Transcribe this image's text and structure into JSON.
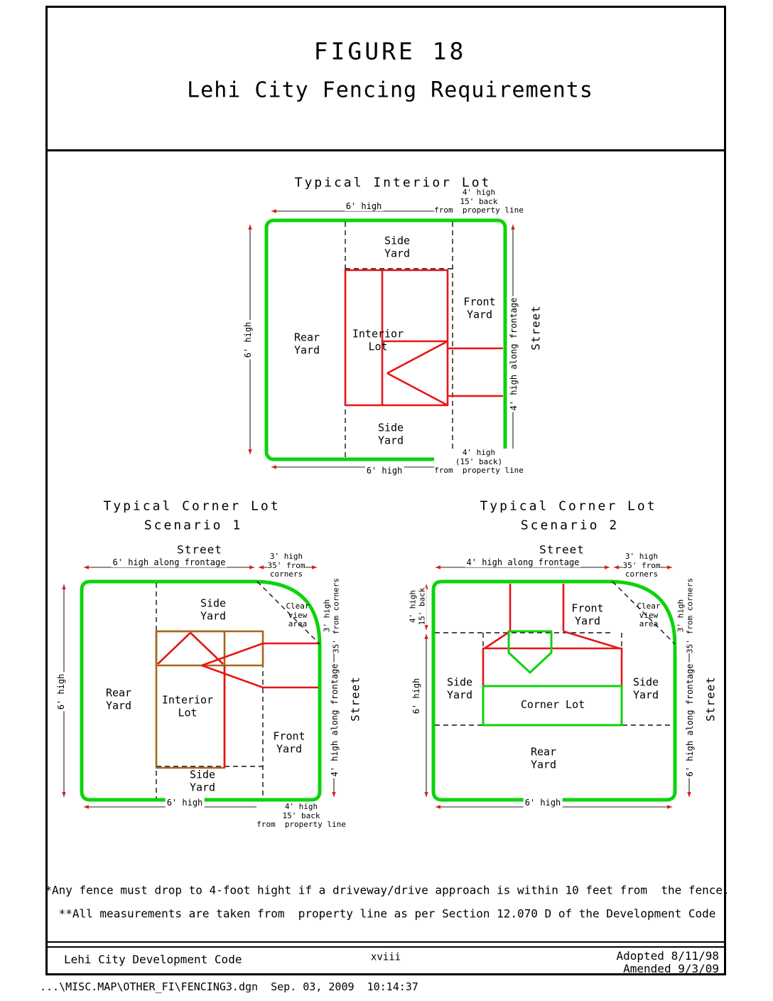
{
  "doc": {
    "title1": "FIGURE 18",
    "title2": "Lehi City Fencing Requirements",
    "note1": "*Any fence must drop to 4-foot hight if a driveway/drive approach is within 10 feet from  the fence.",
    "note2": "**All measurements are taken from  property line as per Section 12.070 D of the Development Code",
    "footer_left": "Lehi City Development Code",
    "footer_center": "xviii",
    "footer_right1": "Adopted 8/11/98",
    "footer_right2": "Amended 9/3/09",
    "file_line": "...\\MISC.MAP\\OTHER_FI\\FENCING3.dgn  Sep. 03, 2009  10:14:37"
  },
  "interior": {
    "title": "Typical Interior Lot",
    "labels": {
      "side_yard_top": "Side\nYard",
      "front_yard": "Front\nYard",
      "rear_yard": "Rear\nYard",
      "lot": "Interior\nLot",
      "side_yard_bottom": "Side\nYard",
      "street_right": "Street"
    },
    "dims": {
      "top": "6' high",
      "top_right": "4' high\n15' back\nfrom  property line",
      "left": "6' high",
      "right": "4' high along frontage",
      "bottom": "6' high",
      "bottom_right": "4' high\n(15' back)\nfrom  property line"
    }
  },
  "corner1": {
    "title1": "Typical Corner Lot",
    "title2": "Scenario 1",
    "labels": {
      "street_top": "Street",
      "side_yard_top": "Side\nYard",
      "rear_yard": "Rear\nYard",
      "lot": "Interior\nLot",
      "front_yard": "Front\nYard",
      "side_yard_bottom": "Side\nYard",
      "clear_view": "Clear\nview\narea",
      "street_right": "Street"
    },
    "dims": {
      "top": "6' high along frontage",
      "top_right": "3' high\n35' from\ncorners",
      "left": "6' high",
      "right_upper": "3' high\n35' from corners",
      "right_lower": "4' high along frontage",
      "bottom": "6' high",
      "bottom_right": "4' high\n15' back\nfrom  property line"
    }
  },
  "corner2": {
    "title1": "Typical Corner Lot",
    "title2": "Scenario 2",
    "labels": {
      "street_top": "Street",
      "front_yard": "Front\nYard",
      "side_yard_left": "Side\nYard",
      "side_yard_right": "Side\nYard",
      "lot": "Corner Lot",
      "rear_yard": "Rear\nYard",
      "clear_view": "Clear\nview\narea",
      "street_right": "Street"
    },
    "dims": {
      "top": "4' high along frontage",
      "top_right": "3' high\n35' from\ncorners",
      "left_upper": "4' high\n15' back",
      "left_lower": "6' high",
      "right_upper": "3' high\n35' from corners",
      "right_lower": "6' high along frontage",
      "bottom": "6' high"
    }
  },
  "colors": {
    "fence_green": "#0cd30c",
    "house_red": "#e81515",
    "house_brown": "#a8661c",
    "arrow_red": "#d81818"
  }
}
